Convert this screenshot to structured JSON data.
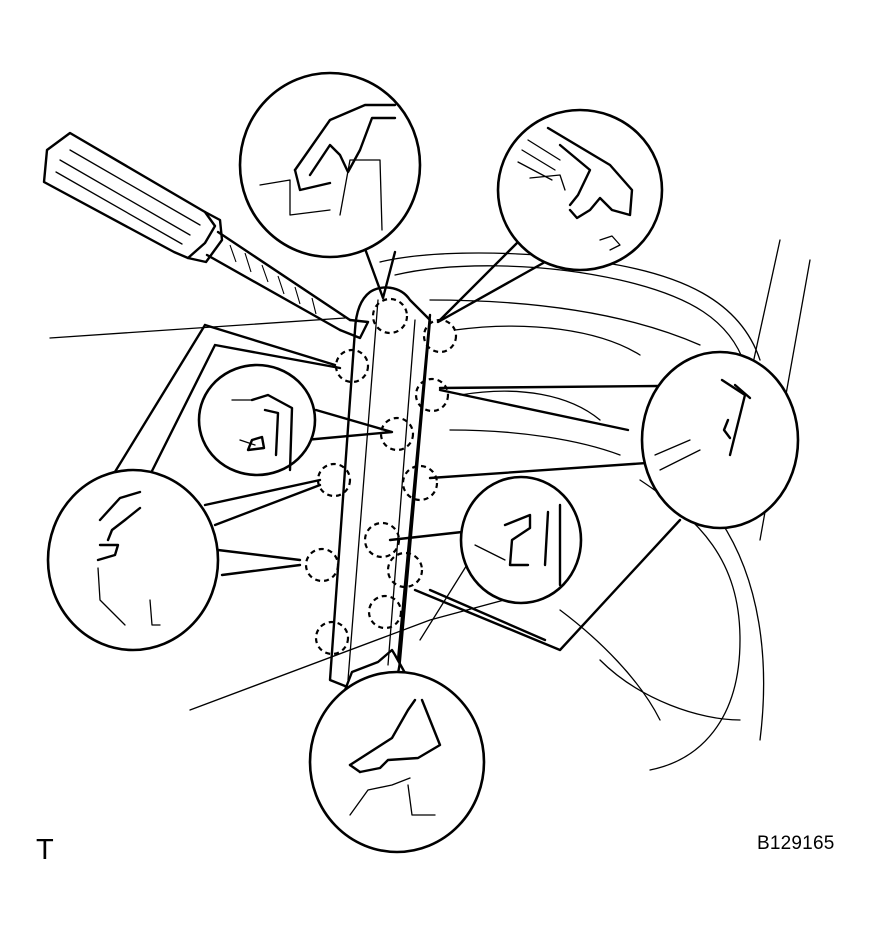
{
  "labels": {
    "view_code": "T",
    "figure_id": "B129165"
  },
  "colors": {
    "ink": "#000000",
    "paper": "#ffffff"
  },
  "illustration": {
    "tool_icon": "screwdriver-icon",
    "callouts": [
      "clip-detail-top",
      "clip-detail-top-right",
      "clip-detail-right",
      "clip-detail-center-left",
      "clip-detail-center-right",
      "clip-detail-left",
      "clip-detail-bottom"
    ]
  }
}
